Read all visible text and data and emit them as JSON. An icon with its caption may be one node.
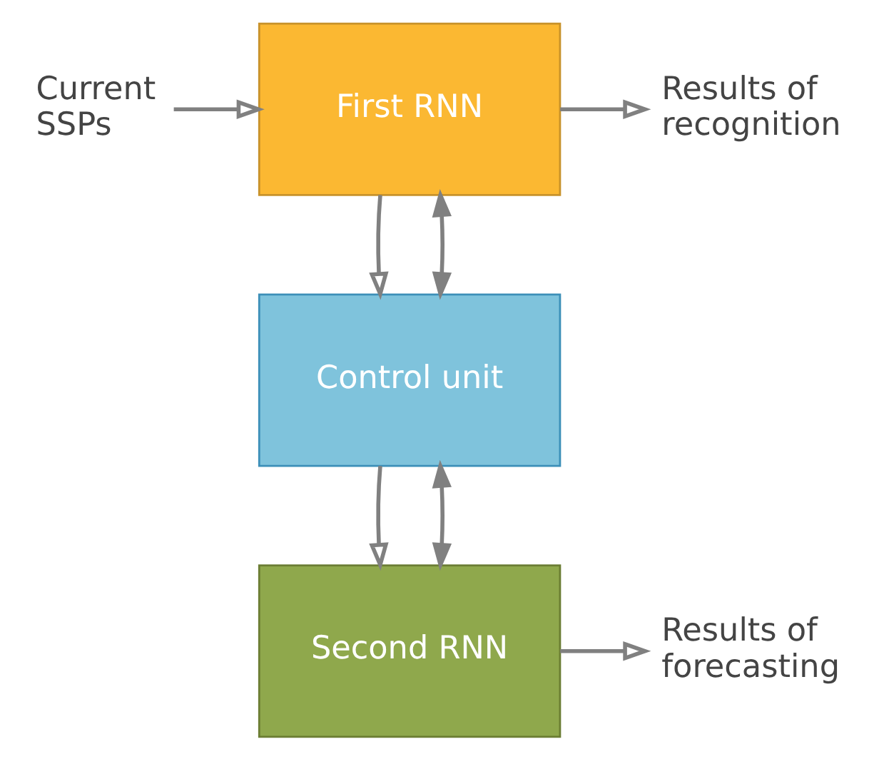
{
  "diagram": {
    "nodes": [
      {
        "text": [
          "Current SSPs"
        ]
      },
      {
        "text": [
          "First RNN"
        ]
      },
      {
        "text": [
          "Results of recognition"
        ]
      },
      {
        "text": [
          "Control unit"
        ]
      },
      {
        "text": [
          "Second RNN"
        ]
      },
      {
        "text": [
          "Results of forecasting"
        ]
      }
    ],
    "edges": [
      {
        "from": 0,
        "to": 1,
        "arrow": "to"
      },
      {
        "from": 1,
        "to": 2,
        "arrow": "to"
      },
      {
        "from": 1,
        "to": 3,
        "arrow": "to"
      },
      {
        "from": 1,
        "to": 3,
        "arrow": "both"
      },
      {
        "from": 3,
        "to": 4,
        "arrow": "to"
      },
      {
        "from": 3,
        "to": 4,
        "arrow": "both"
      },
      {
        "from": 4,
        "to": 5,
        "arrow": "to"
      }
    ]
  }
}
